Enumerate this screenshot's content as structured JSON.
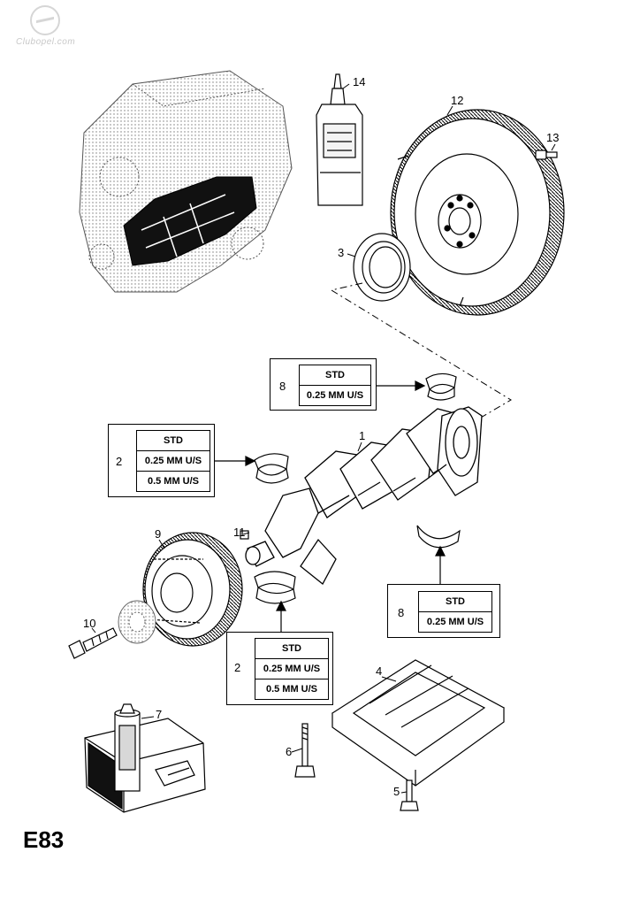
{
  "watermark": "Clubopel.com",
  "page_code": "E83",
  "callouts": {
    "c1": "1",
    "c3": "3",
    "c4": "4",
    "c5": "5",
    "c6": "6",
    "c7": "7",
    "c9": "9",
    "c10": "10",
    "c11": "11",
    "c12": "12",
    "c13": "13",
    "c14": "14"
  },
  "size_boxes": {
    "box_a": {
      "number": "8",
      "rows": [
        "STD",
        "0.25  MM U/S"
      ]
    },
    "box_b": {
      "number": "2",
      "rows": [
        "STD",
        "0.25  MM U/S",
        "0.5  MM U/S"
      ]
    },
    "box_c": {
      "number": "8",
      "rows": [
        "STD",
        "0.25  MM U/S"
      ]
    },
    "box_d": {
      "number": "2",
      "rows": [
        "STD",
        "0.25  MM U/S",
        "0.5  MM U/S"
      ]
    }
  }
}
